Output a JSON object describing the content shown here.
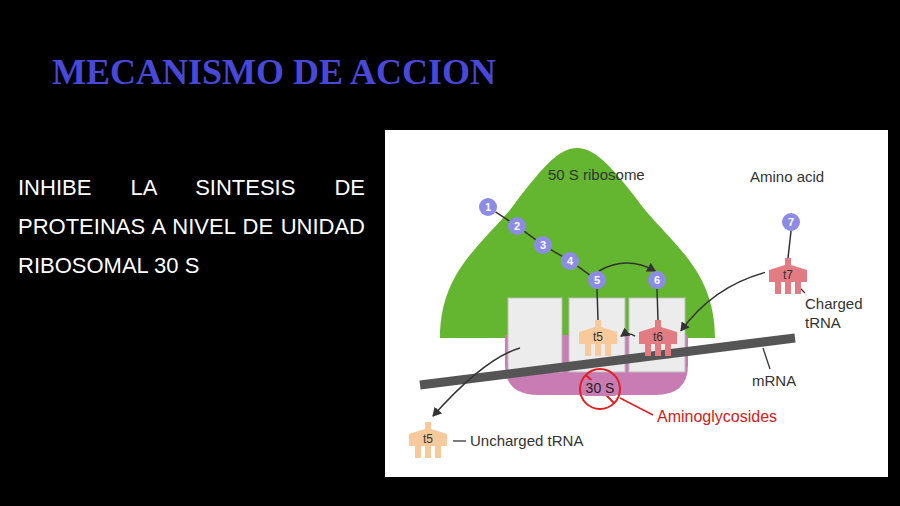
{
  "diagram": {
    "title": "MECANISMO DE ACCION",
    "nodes": [
      {
        "text": [
          "50 S ribosome"
        ]
      },
      {
        "text": [
          "30 S"
        ]
      },
      {
        "text": [
          "1"
        ],
        "in": 0
      },
      {
        "text": [
          "2"
        ],
        "in": 0
      },
      {
        "text": [
          "3"
        ],
        "in": 0
      },
      {
        "text": [
          "4"
        ],
        "in": 0
      },
      {
        "text": [
          "5"
        ],
        "in": 0
      },
      {
        "text": [
          "6"
        ],
        "in": 0
      },
      {
        "text": [
          "7"
        ]
      },
      {
        "text": [
          "t5"
        ]
      },
      {
        "text": [
          "t6"
        ]
      },
      {
        "text": [
          "t7"
        ]
      },
      {
        "text": [
          "t5"
        ]
      }
    ],
    "edges": [
      {
        "from": 2,
        "to": 3,
        "arrow": "none"
      },
      {
        "from": 3,
        "to": 4,
        "arrow": "none"
      },
      {
        "from": 4,
        "to": 5,
        "arrow": "none"
      },
      {
        "from": 5,
        "to": 6,
        "arrow": "none"
      },
      {
        "from": 6,
        "to": 7,
        "arrow": "to"
      },
      {
        "from": 6,
        "to": 9,
        "arrow": "none"
      },
      {
        "from": 7,
        "to": 10,
        "arrow": "none"
      },
      {
        "from": 8,
        "to": 11,
        "arrow": "none"
      },
      {
        "from": 10,
        "to": 9,
        "arrow": "to"
      },
      {
        "from": 11,
        "to": 10,
        "arrow": "to"
      }
    ],
    "labels": [
      "INHIBE LA SINTESIS DE PROTEINAS A NIVEL DE UNIDAD RIBOSOMAL 30 S",
      "Amino acid",
      "Charged tRNA",
      "mRNA",
      "Aminoglycosides",
      "Uncharged tRNA"
    ]
  }
}
